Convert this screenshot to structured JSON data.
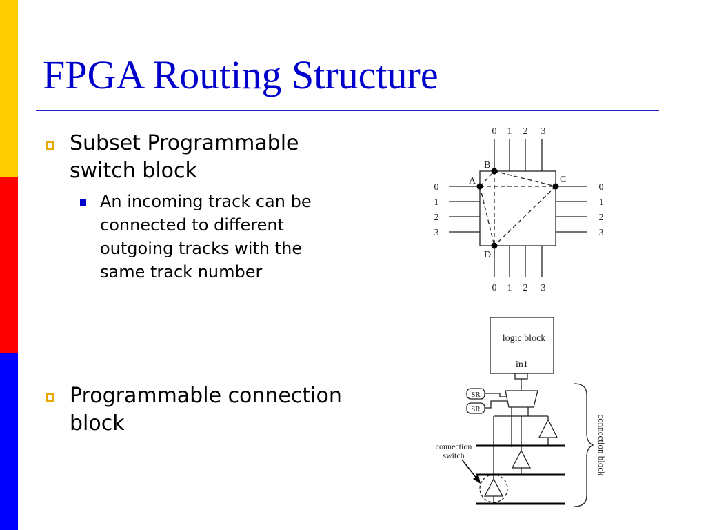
{
  "slide": {
    "title": "FPGA Routing Structure",
    "side_bar_colors": [
      "#ffcc00",
      "#ff0000",
      "#0000ff"
    ],
    "accent": "#0000cc"
  },
  "bullets": [
    {
      "text": "Subset Programmable switch block",
      "sub": [
        "An incoming track can be connected to different outgoing tracks with the same track number"
      ]
    },
    {
      "text": "Programmable connection block",
      "sub": []
    }
  ],
  "switch_block": {
    "track_numbers": [
      "0",
      "1",
      "2",
      "3"
    ],
    "nodes": [
      "A",
      "B",
      "C",
      "D"
    ]
  },
  "connection_block": {
    "logic_block_label": "logic block",
    "input_label": "in1",
    "sr_labels": [
      "SR",
      "SR"
    ],
    "switch_label": [
      "connection",
      "switch"
    ],
    "brace_label": "connection block"
  }
}
